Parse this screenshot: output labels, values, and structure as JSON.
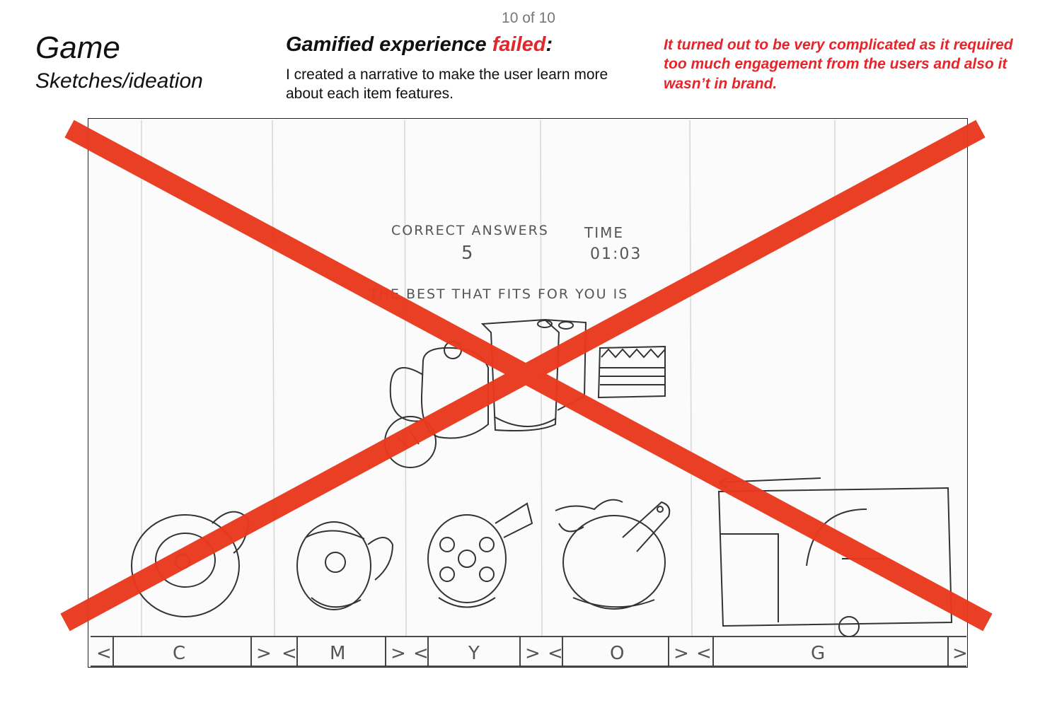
{
  "header": {
    "page_counter": "10 of 10",
    "section_title": "Game",
    "section_subtitle": "Sketches/ideation",
    "heading_prefix": "Gamified experience ",
    "heading_accent": "failed",
    "heading_suffix": ":",
    "description": "I created a narrative to make the user learn more about each item features.",
    "note": "It turned out to be very complicated as it required too much engagement from the users and also it wasn’t in brand."
  },
  "sketch": {
    "score_label": "CORRECT ANSWERS",
    "score_value": "5",
    "time_label": "TIME",
    "time_value": "01:03",
    "prompt": "THE BEST THAT FITS FOR YOU IS",
    "nav_prev_glyph": "<",
    "nav_next_glyph": ">",
    "categories": [
      "C",
      "M",
      "Y",
      "O",
      "G"
    ]
  },
  "colors": {
    "accent": "#e5252a",
    "cross": "#e8391f",
    "pencil": "#555555"
  }
}
